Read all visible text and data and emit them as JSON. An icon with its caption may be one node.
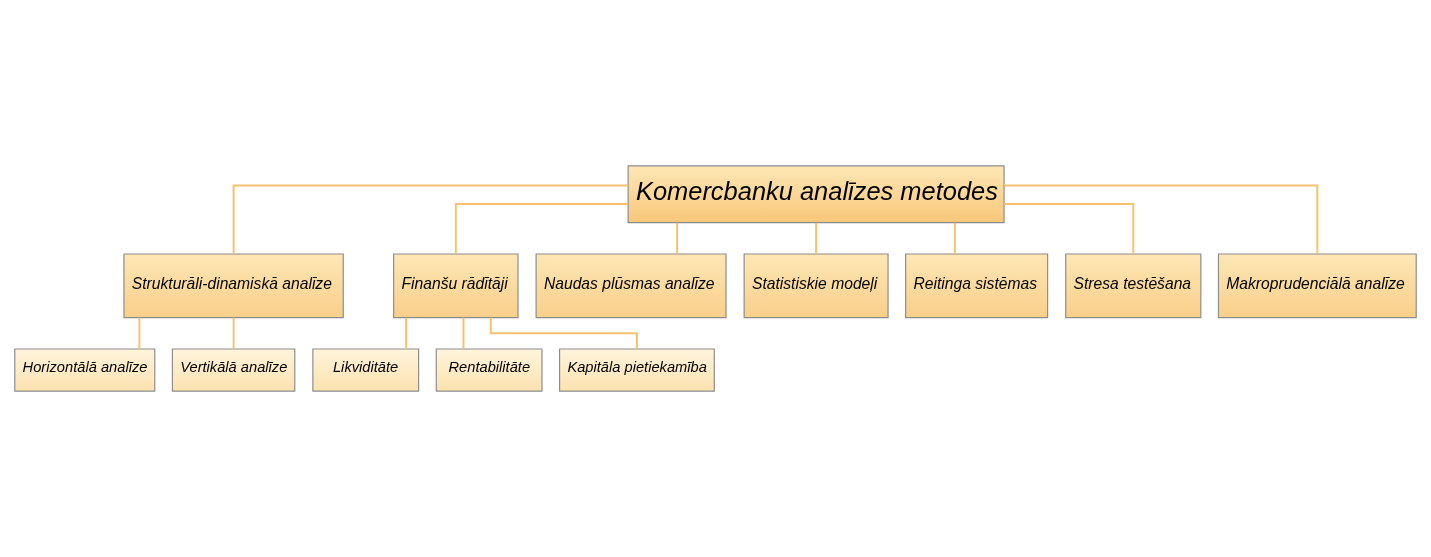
{
  "diagram": {
    "nodes": [
      {
        "text": [
          "Komercbanku analīzes metodes"
        ]
      },
      {
        "text": [
          "Strukturāli-dinamiskā analīze"
        ]
      },
      {
        "text": [
          "Finanšu rādītāji"
        ]
      },
      {
        "text": [
          "Naudas plūsmas analīze"
        ]
      },
      {
        "text": [
          "Statistiskie modeļi"
        ]
      },
      {
        "text": [
          "Reitinga sistēmas"
        ]
      },
      {
        "text": [
          "Stresa testēšana"
        ]
      },
      {
        "text": [
          "Makroprudenciālā analīze"
        ]
      },
      {
        "text": [
          "Horizontālā analīze"
        ]
      },
      {
        "text": [
          "Vertikālā analīze"
        ]
      },
      {
        "text": [
          "Likviditāte"
        ]
      },
      {
        "text": [
          "Rentabilitāte"
        ]
      },
      {
        "text": [
          "Kapitāla pietiekamība"
        ]
      }
    ],
    "edges": [
      {
        "from": 0,
        "to": 1,
        "arrow": "none"
      },
      {
        "from": 0,
        "to": 2,
        "arrow": "none"
      },
      {
        "from": 0,
        "to": 3,
        "arrow": "none"
      },
      {
        "from": 0,
        "to": 4,
        "arrow": "none"
      },
      {
        "from": 0,
        "to": 5,
        "arrow": "none"
      },
      {
        "from": 0,
        "to": 6,
        "arrow": "none"
      },
      {
        "from": 0,
        "to": 7,
        "arrow": "none"
      },
      {
        "from": 1,
        "to": 8,
        "arrow": "none"
      },
      {
        "from": 1,
        "to": 9,
        "arrow": "none"
      },
      {
        "from": 2,
        "to": 10,
        "arrow": "none"
      },
      {
        "from": 2,
        "to": 11,
        "arrow": "none"
      },
      {
        "from": 2,
        "to": 12,
        "arrow": "none"
      }
    ]
  }
}
